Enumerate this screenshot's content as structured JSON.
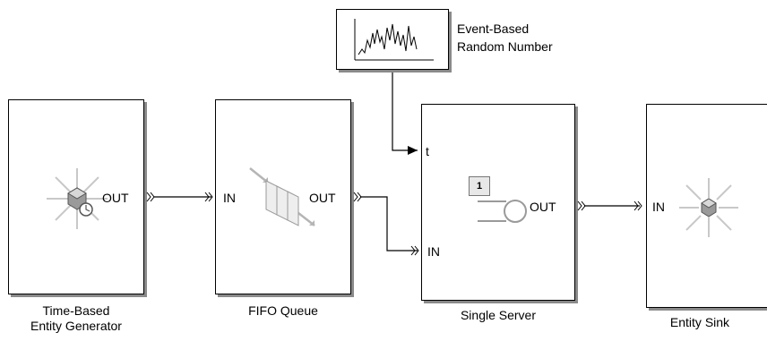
{
  "colors": {
    "block_border": "#000000",
    "shadow": "#8a8a8a",
    "wire": "#000000",
    "icon_gray": "#9a9a9a"
  },
  "blocks": {
    "generator": {
      "caption_line1": "Time-Based",
      "caption_line2": "Entity Generator",
      "out_label": "OUT",
      "icon": "entity-clock-icon"
    },
    "queue": {
      "caption": "FIFO Queue",
      "in_label": "IN",
      "out_label": "OUT",
      "icon": "fifo-queue-icon"
    },
    "server": {
      "caption": "Single Server",
      "t_label": "t",
      "in_label": "IN",
      "out_label": "OUT",
      "capacity": "1",
      "icon": "server-icon"
    },
    "sink": {
      "caption": "Entity Sink",
      "in_label": "IN",
      "icon": "entity-sink-icon"
    },
    "random": {
      "caption_line1": "Event-Based",
      "caption_line2": "Random Number",
      "icon": "random-signal-icon"
    }
  }
}
